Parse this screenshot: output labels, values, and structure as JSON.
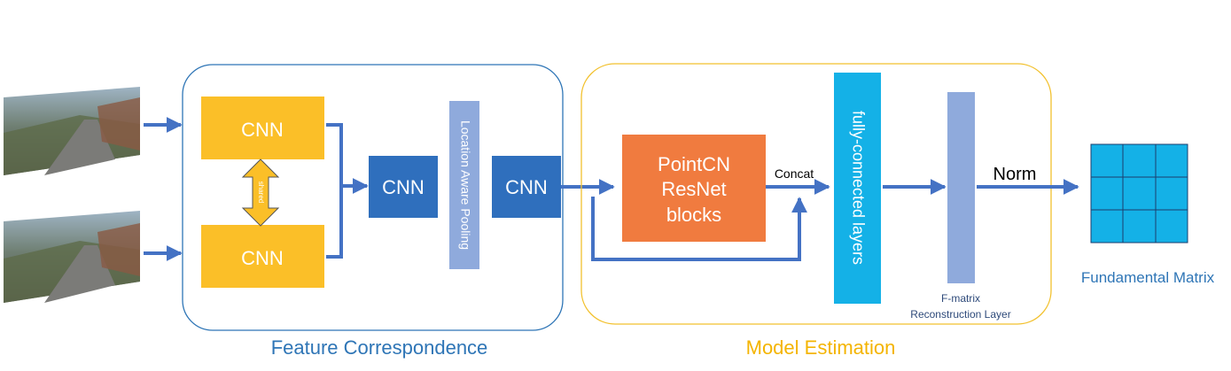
{
  "feature_correspondence": {
    "caption": "Feature Correspondence",
    "cnn_top": "CNN",
    "cnn_bottom": "CNN",
    "shared": "shared",
    "cnn_merge": "CNN",
    "pooling": "Location Aware Pooling",
    "cnn_after_pool": "CNN"
  },
  "model_estimation": {
    "caption": "Model Estimation",
    "pointcn_line1": "PointCN",
    "pointcn_line2": "ResNet",
    "pointcn_line3": "blocks",
    "concat": "Concat",
    "fc_layers": "fully-connected layers",
    "fmatrix_line1": "F-matrix",
    "fmatrix_line2": "Reconstruction Layer",
    "norm": "Norm"
  },
  "output": {
    "caption": "Fundamental Matrix"
  },
  "colors": {
    "fc_border": "#2e75b6",
    "me_border": "#f2c12e",
    "cnn_yellow": "#fbbf28",
    "cnn_blue": "#2f6fbd",
    "pooling": "#8faadc",
    "pointcn": "#f07b3f",
    "fc_layers": "#14b1e7",
    "matrix": "#14b1e7",
    "arrow": "#4472c4",
    "fc_caption": "#2e75b6",
    "me_caption": "#f4b400"
  }
}
